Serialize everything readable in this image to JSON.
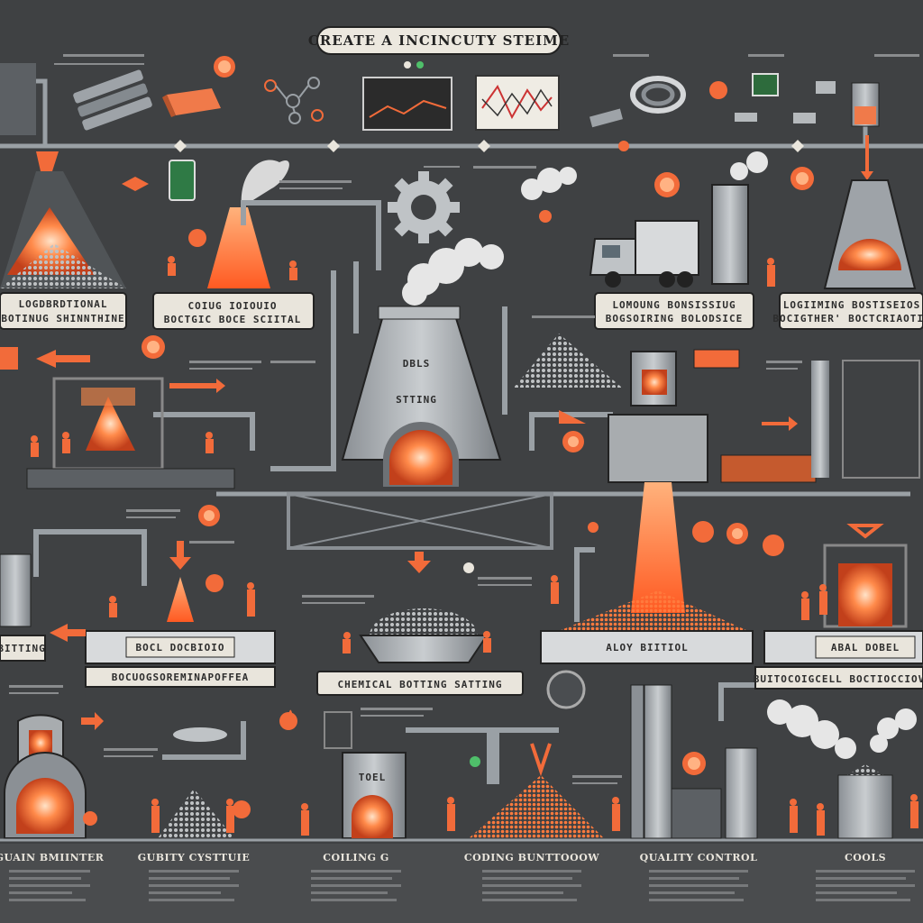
{
  "title": "CREATE A INCINCUTY STEIME",
  "stages": {
    "left_top": [
      "LOGDBRDTIONAL",
      "BOTINUG SHINNTHINE"
    ],
    "center_left_top": "COIUG IOIOUIO",
    "center_left_top_sub": "BOCTGIC BOCE SCIITAL",
    "right_top_a": [
      "LOMOUNG BONSISSIUG",
      "BOGSOIRING BOLODSICE"
    ],
    "right_top_b": [
      "LOGIIMING BOSTISEIOS",
      "BOCIGTHER' BOCTCRIAOTIC"
    ],
    "furnace_label_1": "DBLS",
    "furnace_label_2": "STTING",
    "mid_left_box": "BOCL DOCBIOIO",
    "mid_left_sub": "BOCUOGSOREMINAPOFFEA",
    "chemical": "CHEMICAL BOTTING SATTING",
    "alloy": "ALOY BIITIOL",
    "alloy_right": "ABAL DOBEL",
    "alloy_right_sub": "BUITOCOIGCELL BOCTIOCCIOV",
    "molding": "TOEL",
    "left_edge": "BITTING"
  },
  "footer": {
    "items": [
      "GUAIN BMIINTER",
      "GUBITY CYSTTUIE",
      "COILING G",
      "CODING BUNTTOOOW",
      "QUALITY CONTROL",
      "COOLS"
    ]
  },
  "colors": {
    "background": "#3f4143",
    "molten": "#ff6a2b",
    "glow": "#ffb07a",
    "steel": "#9ea3a8",
    "label_bg": "#e9e5dc",
    "accent": "#f26b3a"
  },
  "icons": [
    "gear-icon",
    "chart-monitor-icon",
    "circuit-icon",
    "steam-icon",
    "truck-icon",
    "furnace-icon",
    "worker-icon",
    "arrow-icon",
    "pipe-icon",
    "phone-icon"
  ]
}
